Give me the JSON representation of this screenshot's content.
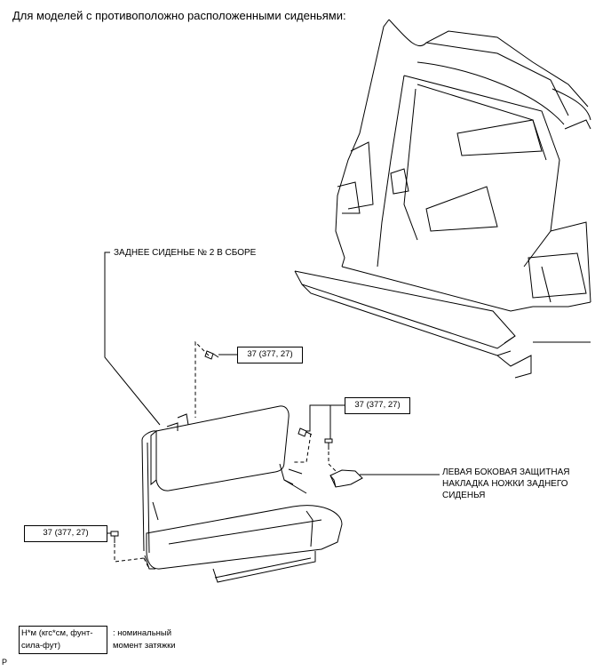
{
  "heading": "Для моделей с противоположно расположенными сиденьями:",
  "labels": {
    "seat_assembly": "ЗАДНЕЕ СИДЕНЬЕ № 2 В СБОРЕ",
    "leg_cover_line1": "ЛЕВАЯ БОКОВАЯ ЗАЩИТНАЯ",
    "leg_cover_line2": "НАКЛАДКА НОЖКИ ЗАДНЕГО",
    "leg_cover_line3": "СИДЕНЬЯ"
  },
  "torque": {
    "top": "37 (377, 27)",
    "right": "37 (377, 27)",
    "left": "37 (377, 27)"
  },
  "legend": {
    "box_line1": "Н*м (кгс*см, фунт-",
    "box_line2": "сила-фут)",
    "text_line1": ": номинальный",
    "text_line2": "момент затяжки"
  },
  "corner_letter": "P",
  "icons": [
    "bolt-icon",
    "seat-drawing",
    "vehicle-rear-drawing"
  ]
}
